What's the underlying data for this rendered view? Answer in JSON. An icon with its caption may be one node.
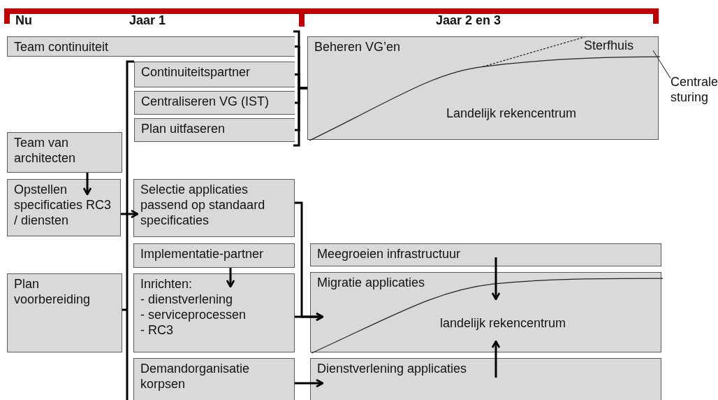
{
  "diagram": {
    "nodes": [
      {
        "text": [
          "Team continuiteit"
        ]
      },
      {
        "text": [
          "Continuiteitspartner"
        ]
      },
      {
        "text": [
          "Centraliseren VG (IST)"
        ]
      },
      {
        "text": [
          "Plan uitfaseren"
        ]
      },
      {
        "text": [
          "Beheren VG’en",
          "Sterfhuis",
          "Landelijk rekencentrum"
        ]
      },
      {
        "text": [
          "Centrale sturing"
        ]
      },
      {
        "text": [
          "Team van architecten"
        ]
      },
      {
        "text": [
          "Opstellen specificaties RC3 / diensten"
        ]
      },
      {
        "text": [
          "Selectie applicaties passend op standaard specificaties"
        ]
      },
      {
        "text": [
          "Implementatie-partner"
        ]
      },
      {
        "text": [
          "Inrichten:",
          "- dienstverlening",
          "- serviceprocessen",
          "- RC3"
        ]
      },
      {
        "text": [
          "Plan voorbereiding"
        ]
      },
      {
        "text": [
          "Demandorganisatie korpsen"
        ]
      },
      {
        "text": [
          "Meegroeien infrastructuur"
        ]
      },
      {
        "text": [
          "Migratie applicaties",
          "landelijk rekencentrum"
        ]
      },
      {
        "text": [
          "Dienstverlening applicaties"
        ]
      }
    ],
    "edges": [
      {
        "from": 0,
        "to": 4,
        "arrow": "none"
      },
      {
        "from": 1,
        "to": 4,
        "arrow": "none"
      },
      {
        "from": 2,
        "to": 4,
        "arrow": "none"
      },
      {
        "from": 3,
        "to": 4,
        "arrow": "none"
      },
      {
        "from": 5,
        "to": 4,
        "arrow": "none"
      },
      {
        "from": 6,
        "to": 7,
        "arrow": "to"
      },
      {
        "from": 7,
        "to": 8,
        "arrow": "to"
      },
      {
        "from": 8,
        "to": 14,
        "arrow": "to"
      },
      {
        "from": 9,
        "to": 10,
        "arrow": "to"
      },
      {
        "from": 10,
        "to": 14,
        "arrow": "to"
      },
      {
        "from": 13,
        "to": 14,
        "arrow": "to"
      },
      {
        "from": 12,
        "to": 15,
        "arrow": "to"
      },
      {
        "from": 15,
        "to": 14,
        "arrow": "to"
      }
    ],
    "labels": [
      "Nu",
      "Jaar 1",
      "Jaar 2 en 3"
    ]
  }
}
